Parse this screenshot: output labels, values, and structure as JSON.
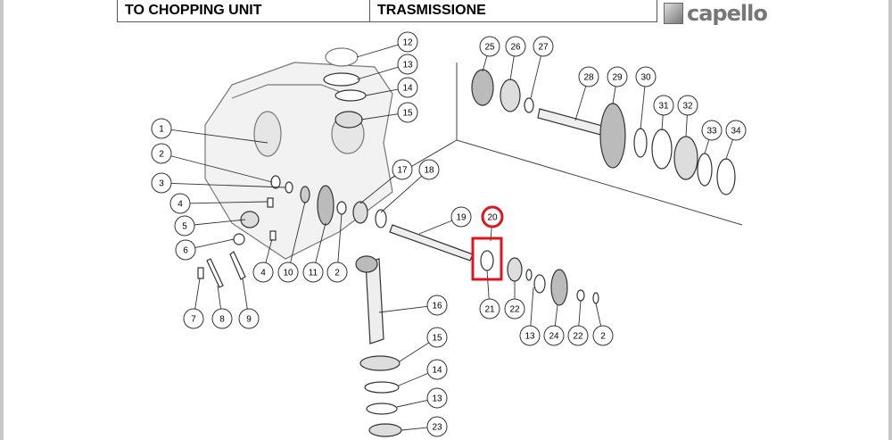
{
  "header": {
    "section_en": "TO CHOPPING UNIT",
    "section_it": "TRASMISSIONE",
    "brand": "capello"
  },
  "callouts": [
    "12",
    "13",
    "14",
    "15",
    "1",
    "2",
    "3",
    "4",
    "5",
    "6",
    "7",
    "8",
    "9",
    "4",
    "10",
    "11",
    "2",
    "17",
    "18",
    "19",
    "20",
    "25",
    "26",
    "27",
    "28",
    "29",
    "30",
    "31",
    "32",
    "33",
    "34",
    "16",
    "15",
    "14",
    "13",
    "23",
    "21",
    "22",
    "13",
    "24",
    "22",
    "2"
  ],
  "highlighted_part": "20",
  "colors": {
    "highlight": "#e0141e",
    "line": "#333333"
  }
}
